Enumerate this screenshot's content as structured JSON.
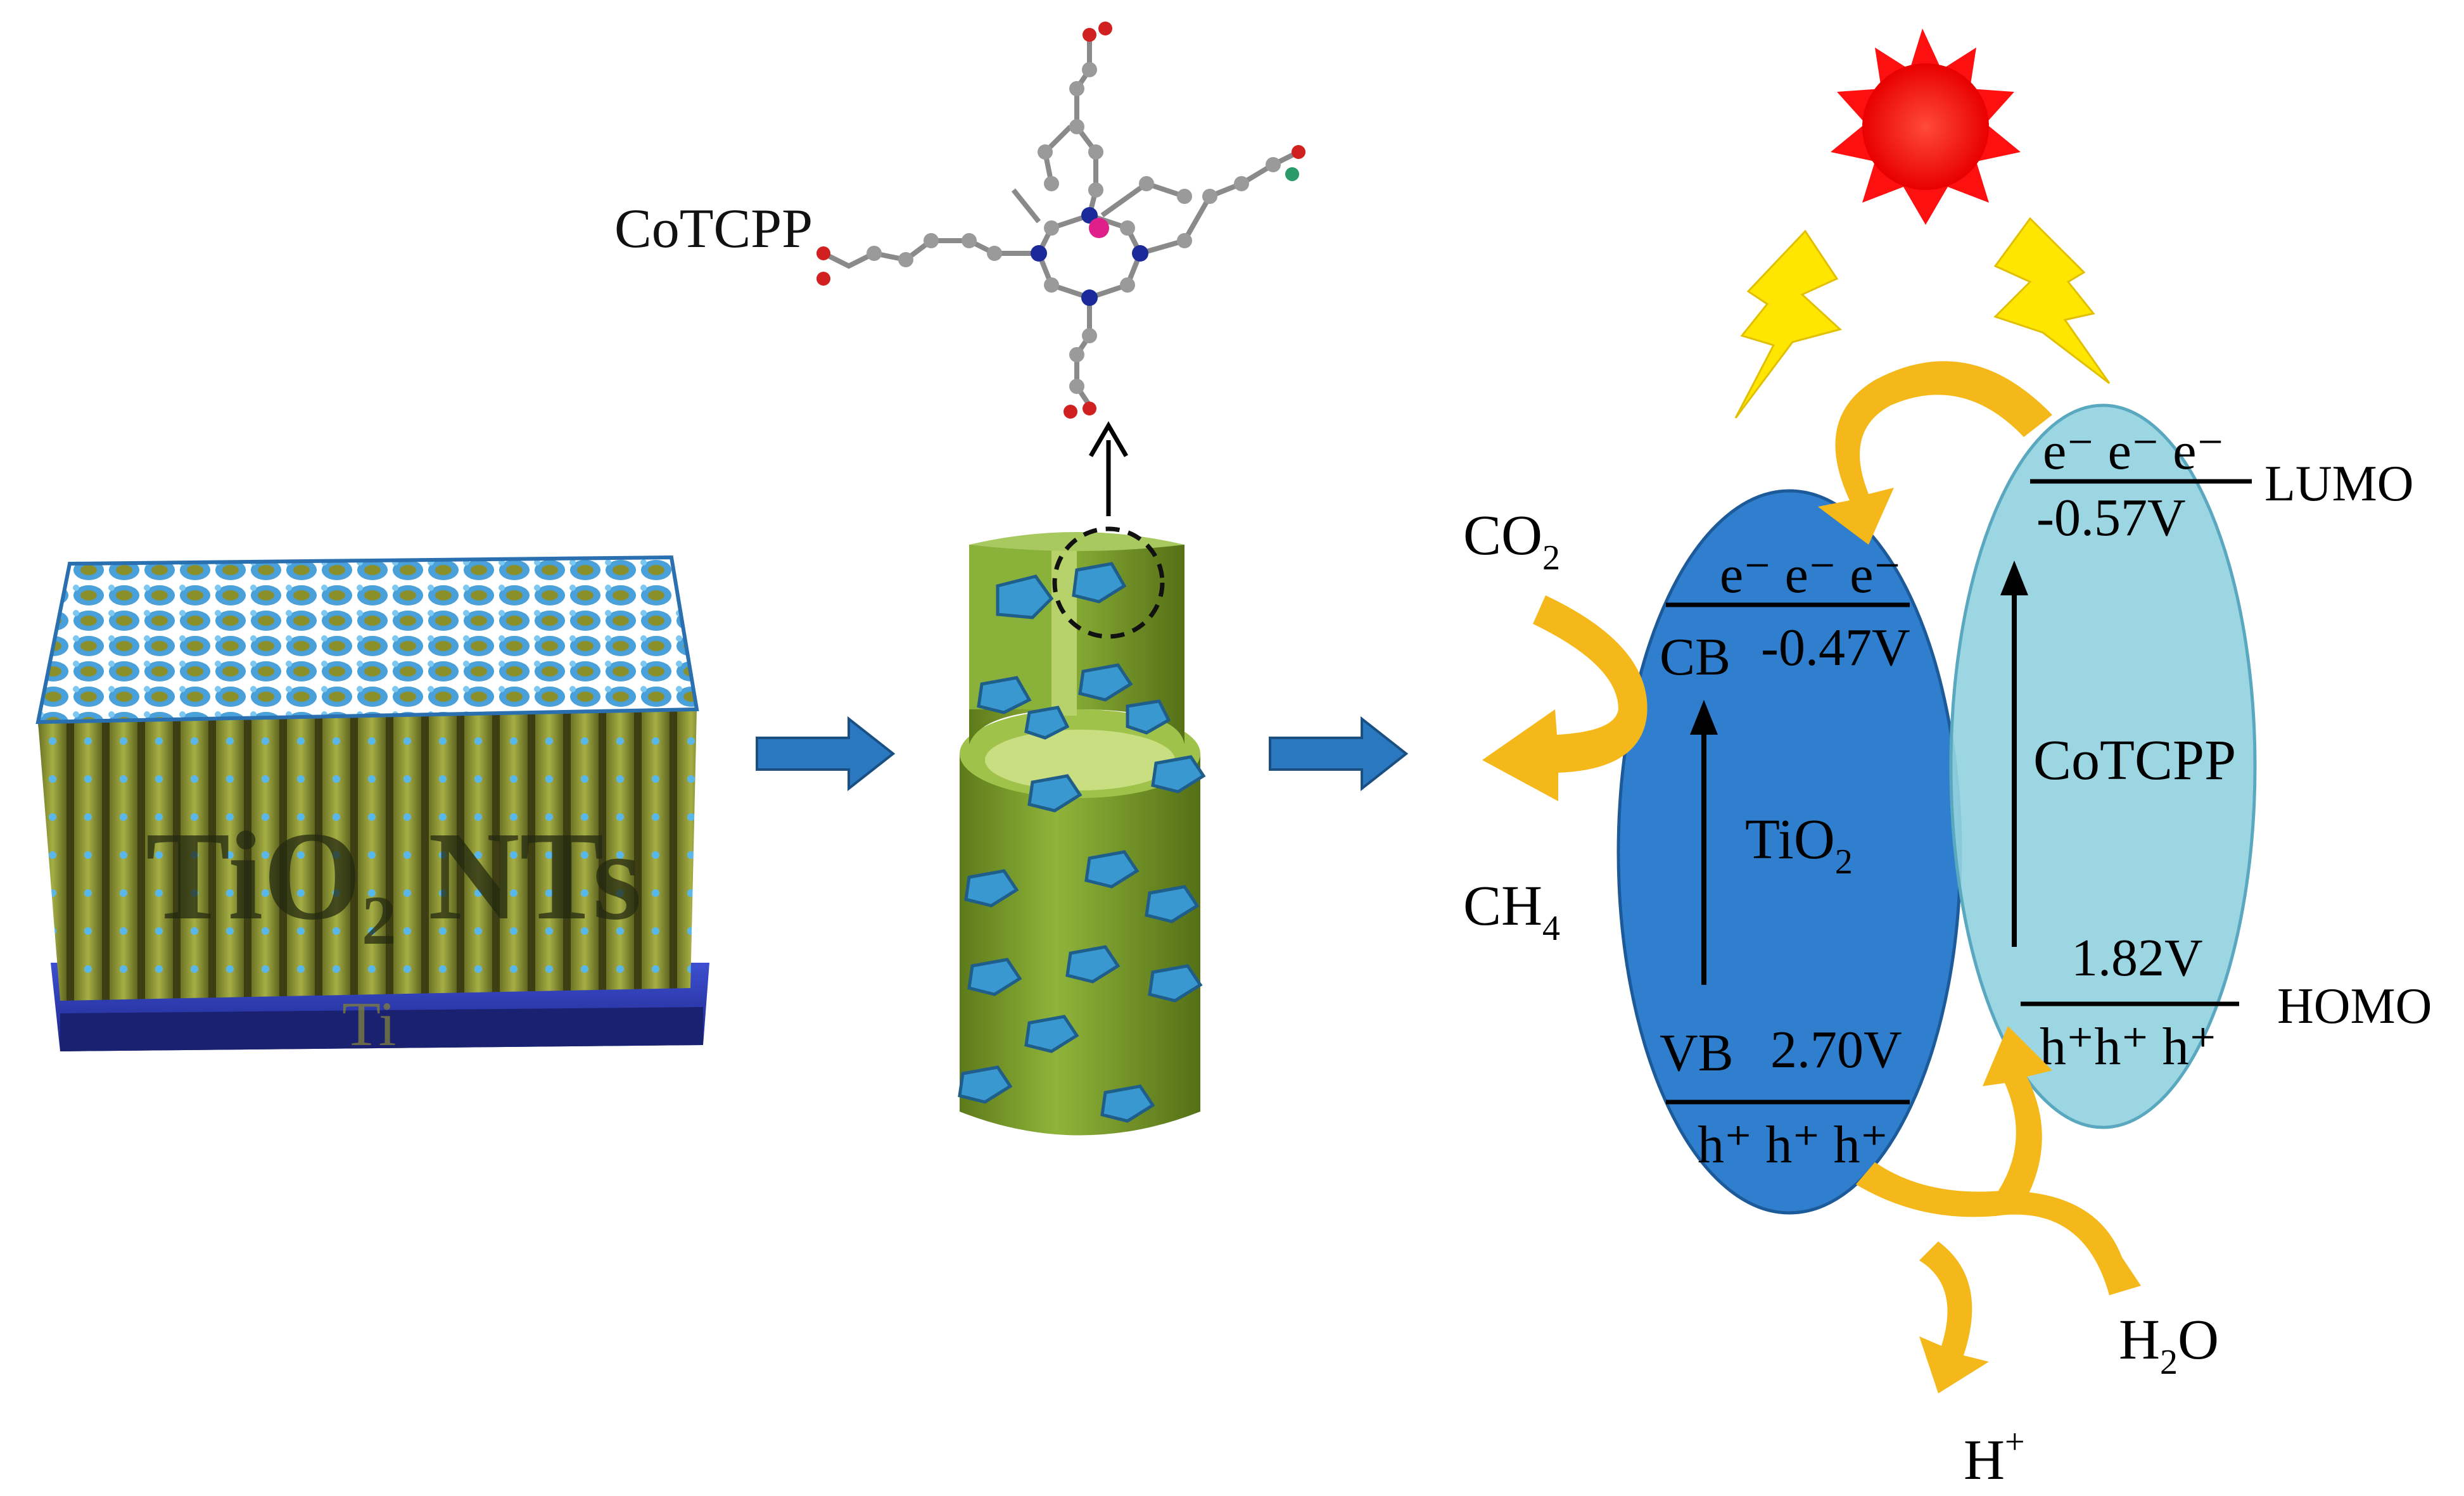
{
  "labels": {
    "cotcpp_molecule": "CoTCPP",
    "tio2_array": {
      "main": "TiO",
      "sub": "2",
      "rest": " NTs"
    },
    "substrate": "Ti",
    "co2": {
      "main": "CO",
      "sub": "2"
    },
    "ch4": {
      "main": "CH",
      "sub": "4"
    },
    "tio2_band": {
      "main": "TiO",
      "sub": "2"
    },
    "cotcpp_band": "CoTCPP",
    "lumo": "LUMO",
    "homo": "HOMO",
    "h2o": {
      "pre": "H",
      "sub": "2",
      "post": "O"
    },
    "hplus": {
      "main": "H",
      "sup": "+"
    }
  },
  "tio2_bands": {
    "cb_label": "CB",
    "cb_potential": "-0.47V",
    "vb_label": "VB",
    "vb_potential": "2.70V",
    "electrons": "e⁻ e⁻ e⁻",
    "holes": "h⁺ h⁺ h⁺"
  },
  "cotcpp_bands": {
    "lumo_potential": "-0.57V",
    "homo_potential": "1.82V",
    "electrons": "e⁻ e⁻ e⁻",
    "holes": "h⁺h⁺ h⁺"
  },
  "colors": {
    "tio2_ellipse": "#2f7fce",
    "cotcpp_ellipse": "#93d3e0",
    "flow_arrow": "#f5b81a",
    "process_arrow": "#2a78c0",
    "sun": "#ff1a1a",
    "lightning": "#ffee00",
    "nanotube": "#8a9a2e",
    "tube_body": "#6f9a2a",
    "particle": "#4aa8dc",
    "substrate": "#2a3aa8"
  },
  "icons": {
    "sun": "sun-icon",
    "lightning": "lightning-bolt-icon",
    "process_arrow": "right-arrow-icon"
  }
}
